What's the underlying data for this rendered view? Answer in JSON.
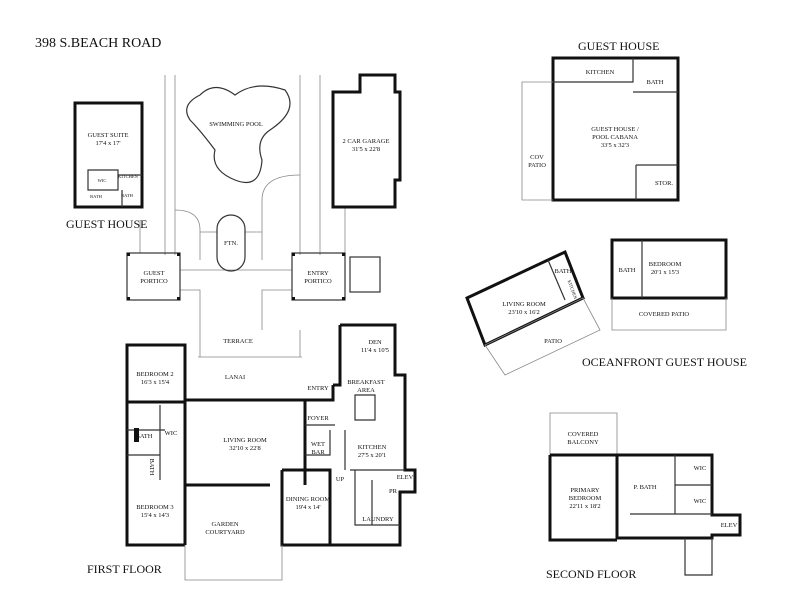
{
  "title": "398 S.BEACH ROAD",
  "first_floor": {
    "label": "FIRST FLOOR",
    "rooms": {
      "guest_suite": {
        "name": "GUEST SUITE",
        "size": "17'4 x 17'"
      },
      "guest_kitchen": "KITCHEN",
      "guest_wic": "WIC",
      "guest_bath_1": "BATH",
      "guest_bath_2": "BATH",
      "guest_house_label": "GUEST HOUSE",
      "swimming_pool": "SWIMMING POOL",
      "garage": {
        "name": "2 CAR GARAGE",
        "size": "31'5 x 22'8"
      },
      "fountain": "FTN.",
      "guest_portico": [
        "GUEST",
        "PORTICO"
      ],
      "entry_portico": [
        "ENTRY",
        "PORTICO"
      ],
      "terrace": "TERRACE",
      "lanai": "LANAI",
      "entry": "ENTRY",
      "foyer": "FOYER",
      "den": {
        "name": "DEN",
        "size": "11'4 x 10'5"
      },
      "breakfast": [
        "BREAKFAST",
        "AREA"
      ],
      "kitchen": {
        "name": "KITCHEN",
        "size": "27'5 x 20'1"
      },
      "wet_bar": [
        "WET",
        "BAR"
      ],
      "bedroom2": {
        "name": "BEDROOM 2",
        "size": "16'3 x 15'4"
      },
      "bath_a": "BATH",
      "wic": "WIC",
      "bath_b": "BATH",
      "living_room": {
        "name": "LIVING ROOM",
        "size": "32'10 x 22'8"
      },
      "bedroom3": {
        "name": "BEDROOM 3",
        "size": "15'4 x 14'3"
      },
      "garden": [
        "GARDEN",
        "COURTYARD"
      ],
      "dining": {
        "name": "DINING ROOM",
        "size": "19'4 x 14'"
      },
      "up": "UP",
      "pr": "PR",
      "elev": "ELEV",
      "laundry": "LAUNDRY"
    }
  },
  "guest_house": {
    "label": "GUEST HOUSE",
    "kitchen": "KITCHEN",
    "bath": "BATH",
    "main": [
      "GUEST HOUSE /",
      "POOL CABANA",
      "33'5 x 32'3"
    ],
    "cov_patio": [
      "COV",
      "PATIO"
    ],
    "stor": "STOR."
  },
  "oceanfront": {
    "label": "OCEANFRONT GUEST HOUSE",
    "living_room": {
      "name": "LIVING ROOM",
      "size": "23'10 x 16'2"
    },
    "bath_small": "BATH",
    "kitchen": "KITCHEN",
    "patio": "PATIO",
    "bath": "BATH",
    "bedroom": {
      "name": "BEDROOM",
      "size": "20'1 x 15'3"
    },
    "covered_patio": "COVERED PATIO"
  },
  "second_floor": {
    "label": "SECOND FLOOR",
    "covered_balcony": [
      "COVERED",
      "BALCONY"
    ],
    "primary_bedroom": [
      "PRIMARY",
      "BEDROOM",
      "22'11 x 18'2"
    ],
    "p_bath": "P. BATH",
    "wic1": "WIC",
    "wic2": "WIC",
    "elev": "ELEV"
  }
}
